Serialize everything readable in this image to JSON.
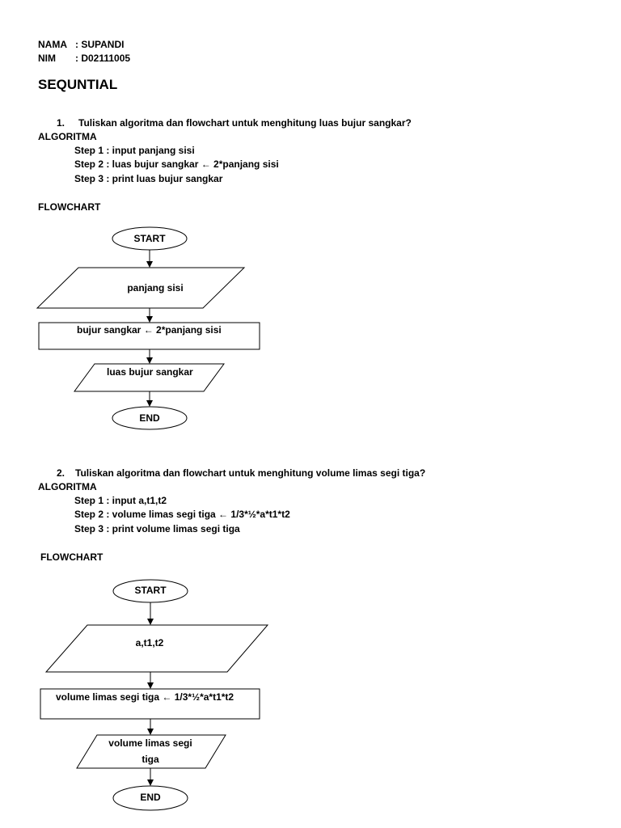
{
  "header": {
    "nama_label": "NAMA",
    "nama_value": ": SUPANDI",
    "nim_label": "NIM",
    "nim_value": ": D02111005"
  },
  "title": "SEQUNTIAL",
  "q1": {
    "number": "1.",
    "question": "Tuliskan algoritma dan flowchart untuk menghitung luas bujur sangkar?",
    "algo_label": "ALGORITMA",
    "steps": [
      "Step 1 : input panjang sisi",
      "Step 2 : luas bujur sangkar ← 2*panjang sisi",
      "Step 3 : print luas bujur sangkar"
    ],
    "flow_label": "FLOWCHART",
    "flow": {
      "start": "START",
      "input": "panjang sisi",
      "process": "bujur sangkar ← 2*panjang sisi",
      "output": "luas bujur sangkar",
      "end": "END"
    }
  },
  "q2": {
    "number": "2.",
    "question": "Tuliskan  algoritma dan flowchart  untuk menghitung volume limas segi tiga?",
    "algo_label": "ALGORITMA",
    "steps": [
      "Step 1 : input a,t1,t2",
      "Step 2 : volume limas segi tiga ← 1/3*½*a*t1*t2",
      "Step 3 : print volume limas segi tiga"
    ],
    "flow_label": "FLOWCHART",
    "flow": {
      "start": "START",
      "input": "a,t1,t2",
      "process": "volume limas segi tiga ← 1/3*½*a*t1*t2",
      "output_line1": "volume limas segi",
      "output_line2": "tiga",
      "end": "END"
    }
  }
}
